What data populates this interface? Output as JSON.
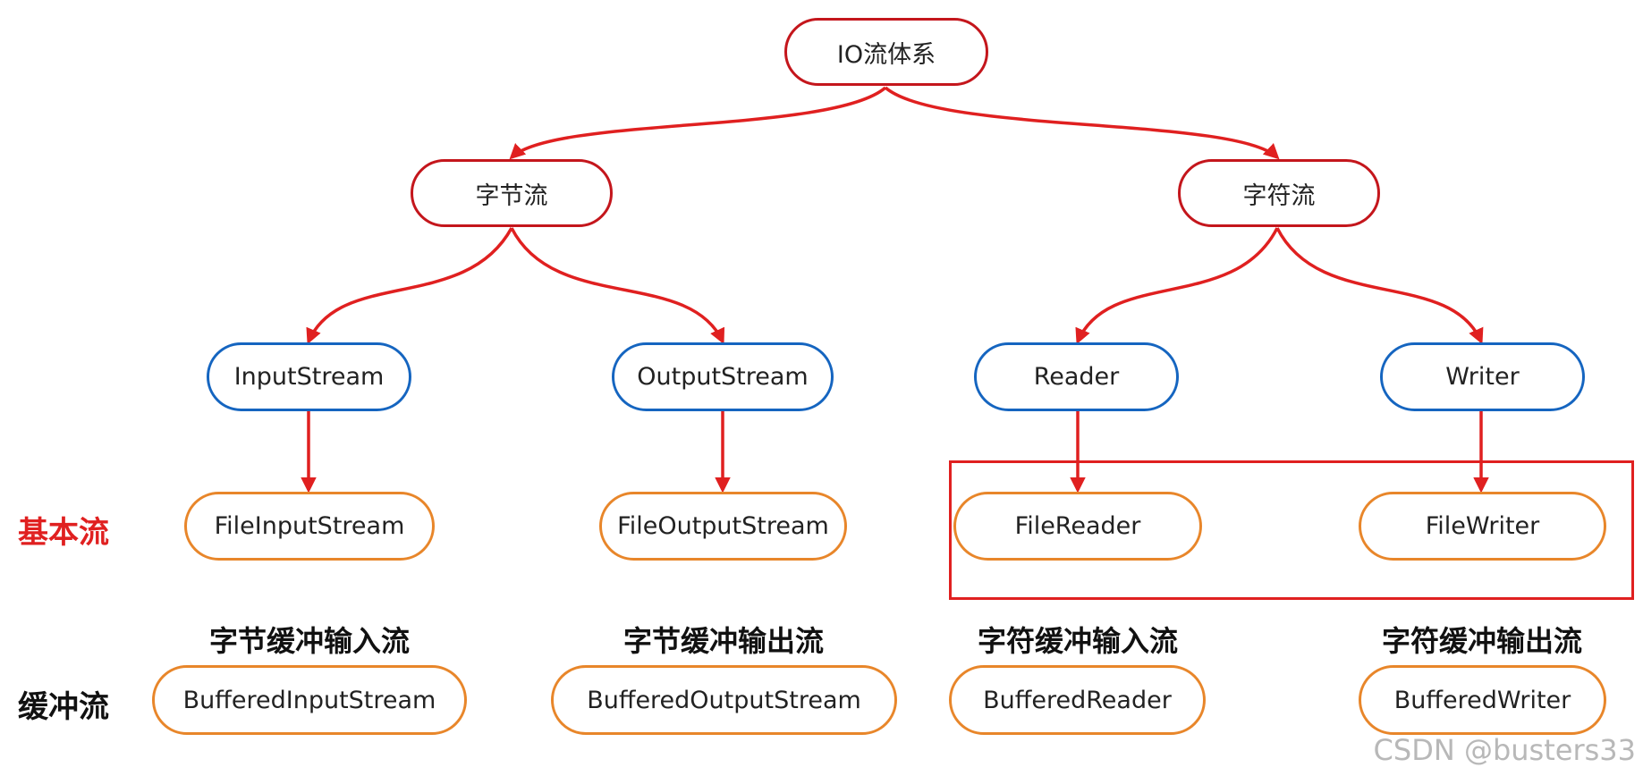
{
  "diagram": {
    "root": "IO流体系",
    "byte_stream": "字节流",
    "char_stream": "字符流",
    "input_stream": "InputStream",
    "output_stream": "OutputStream",
    "reader": "Reader",
    "writer": "Writer",
    "file_input_stream": "FileInputStream",
    "file_output_stream": "FileOutputStream",
    "file_reader": "FileReader",
    "file_writer": "FileWriter",
    "buffered_input_stream": "BufferedInputStream",
    "buffered_output_stream": "BufferedOutputStream",
    "buffered_reader": "BufferedReader",
    "buffered_writer": "BufferedWriter"
  },
  "labels": {
    "basic_stream": "基本流",
    "buffer_stream": "缓冲流",
    "byte_buffer_input": "字节缓冲输入流",
    "byte_buffer_output": "字节缓冲输出流",
    "char_buffer_input": "字符缓冲输入流",
    "char_buffer_output": "字符缓冲输出流"
  },
  "watermark": "CSDN @busters33",
  "colors": {
    "edge": "#e02020",
    "category_border": "#c4161c",
    "abstract_border": "#1565c0",
    "file_border": "#e8862a"
  }
}
